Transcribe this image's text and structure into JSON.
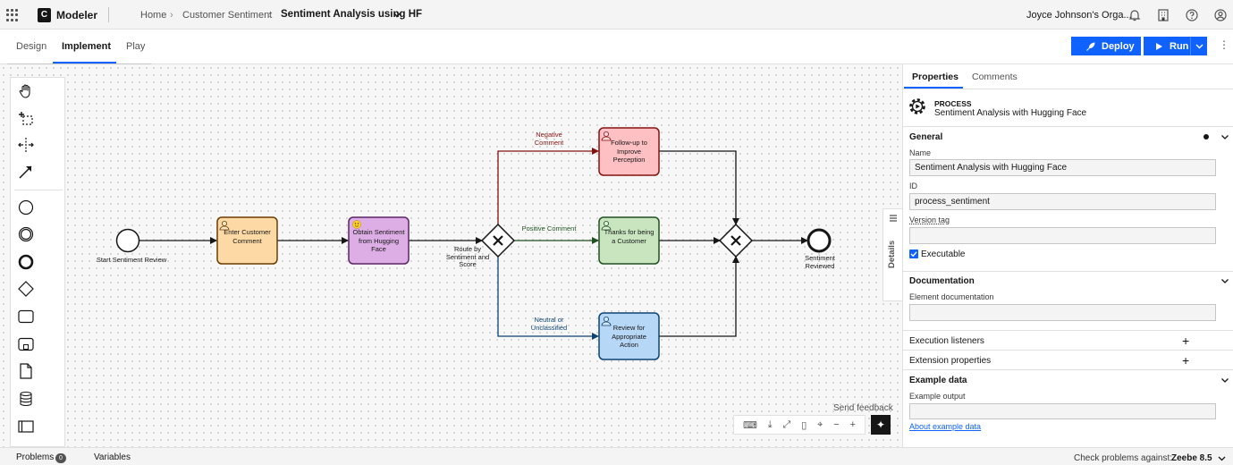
{
  "topbar": {
    "app_name": "Modeler",
    "breadcrumbs": [
      "Home",
      "Customer Sentiment"
    ],
    "current": "Sentiment Analysis using HF",
    "org": "Joyce Johnson's Orga...",
    "icons": [
      "app-switcher-icon",
      "notifications-icon",
      "organization-icon",
      "help-icon",
      "user-icon"
    ]
  },
  "tabs": {
    "design": "Design",
    "implement": "Implement",
    "play": "Play"
  },
  "toolbar": {
    "deploy": "Deploy",
    "run": "Run"
  },
  "palette": [
    "hand-tool-icon",
    "lasso-tool-icon",
    "space-tool-icon",
    "connect-tool-icon",
    "start-event-icon",
    "intermediate-event-icon",
    "end-event-icon",
    "gateway-icon",
    "task-icon",
    "subprocess-icon",
    "data-object-icon",
    "data-store-icon",
    "pool-icon"
  ],
  "diagram": {
    "start": "Start Sentiment Review",
    "task1": "Enter Customer Comment",
    "task2": "Obtain Sentiment from Hugging Face",
    "gateway": "Route by Sentiment and Score",
    "flow_negative": "Negative Comment",
    "flow_positive": "Positive Comment",
    "flow_neutral": "Neutral or Unclassified",
    "task_negative": "Follow-up to Improve Perception",
    "task_positive": "Thanks for being a Customer",
    "task_neutral": "Review for Appropriate Action",
    "end": "Sentiment Reviewed",
    "colors": {
      "orange": "#fdd9a6",
      "purple": "#ddaee6",
      "red": "#ffc0c4",
      "green": "#c8e5c0",
      "blue": "#b7d7f7"
    }
  },
  "canvas": {
    "details": "Details",
    "send_feedback": "Send feedback",
    "zoom_controls": [
      "keyboard-icon",
      "download-icon",
      "fit-icon",
      "minimap-icon",
      "center-icon",
      "zoom-out-icon",
      "zoom-in-icon"
    ]
  },
  "panel": {
    "tabs": [
      "Properties",
      "Comments"
    ],
    "process_type": "PROCESS",
    "process_name": "Sentiment Analysis with Hugging Face",
    "general": "General",
    "name_label": "Name",
    "name_value": "Sentiment Analysis with Hugging Face",
    "id_label": "ID",
    "id_value": "process_sentiment",
    "version_label": "Version tag",
    "version_value": "",
    "executable_label": "Executable",
    "executable": true,
    "documentation": "Documentation",
    "element_doc_label": "Element documentation",
    "execution_listeners": "Execution listeners",
    "extension_properties": "Extension properties",
    "example_data": "Example data",
    "example_output_label": "Example output",
    "about_link": "About example data"
  },
  "bottom": {
    "problems": "Problems",
    "problems_count": "0",
    "variables": "Variables",
    "check_label": "Check problems against:",
    "zeebe": "Zeebe 8.5"
  }
}
